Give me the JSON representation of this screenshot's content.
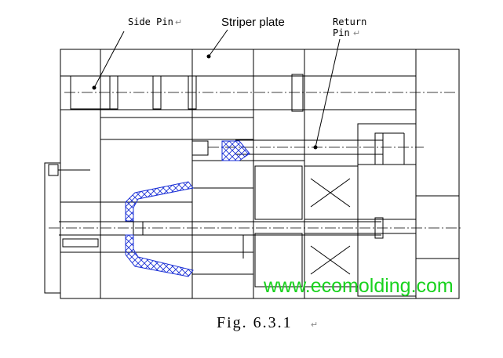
{
  "labels": {
    "side_pin": "Side Pin",
    "striper_plate": "Striper plate",
    "return_line1": "Return",
    "return_line2": "Pin"
  },
  "watermark": "www.ecomolding.com",
  "caption": "Fig. 6.3.1",
  "return_mark": "↵",
  "colors": {
    "line": "#000000",
    "hatch": "#1a2fd6",
    "watermark": "#19d21e"
  }
}
